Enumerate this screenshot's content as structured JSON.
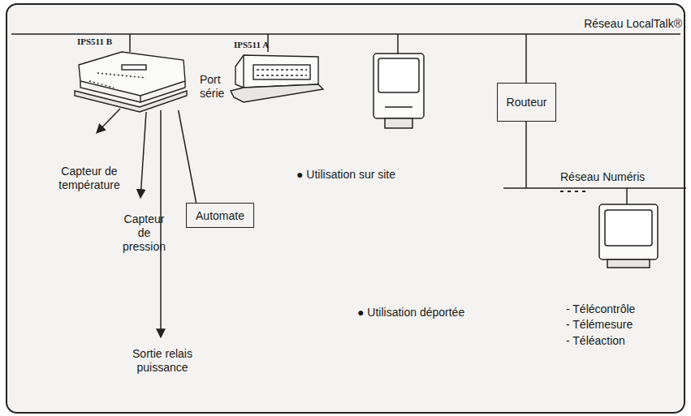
{
  "diagram": {
    "nodes": [
      {
        "text": [
          "IPS511 B"
        ]
      },
      {
        "text": [
          "IPS511 A"
        ]
      },
      {
        "text": [
          "Automate"
        ]
      },
      {
        "text": [
          "Routeur"
        ]
      }
    ],
    "edges": [
      {
        "from": 0,
        "to": 2,
        "label": "Port série",
        "arrow": "none"
      }
    ],
    "labels": [
      "Réseau LocalTalk®",
      "Capteur de température",
      "Capteur de pression",
      "Sortie relais puissance",
      "Réseau Numéris",
      "● Utilisation sur site",
      "● Utilisation déportée",
      "- Télécontrôle",
      "- Télémesure",
      "- Téléaction"
    ]
  }
}
